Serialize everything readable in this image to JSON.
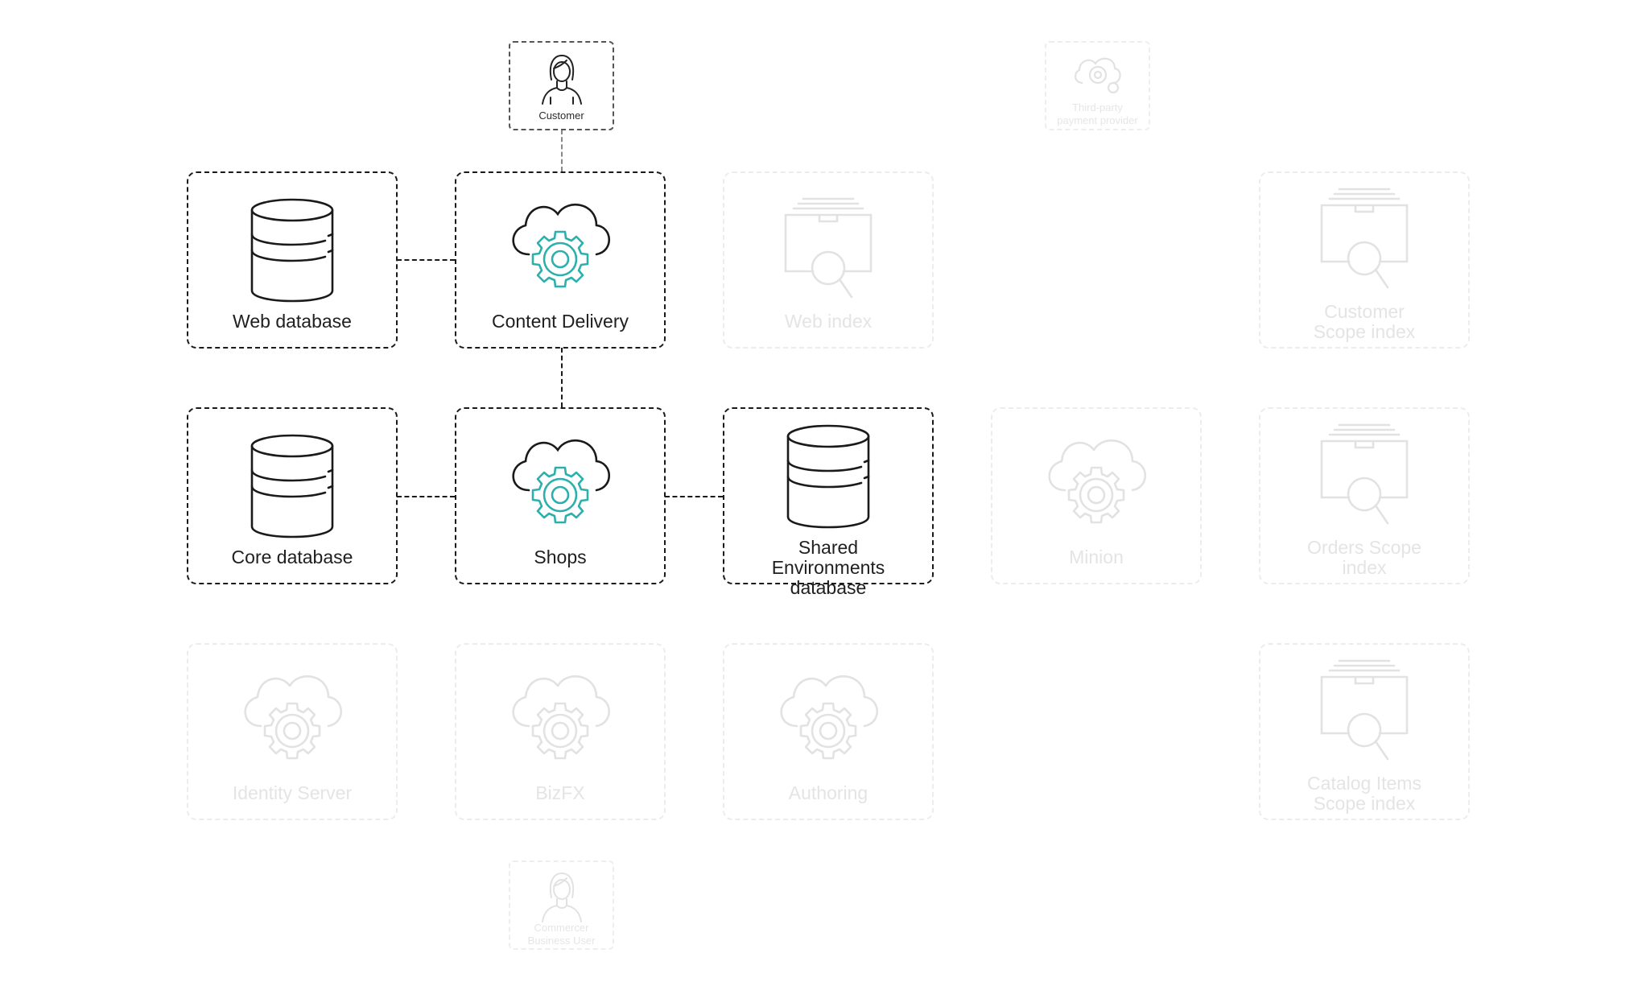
{
  "nodes": {
    "customer": {
      "label": "Customer",
      "icon": "person-icon",
      "state": "active"
    },
    "third_party": {
      "label": "Third-party payment provider",
      "icon": "cloud-gear-icon",
      "state": "dim"
    },
    "web_database": {
      "label": "Web database",
      "icon": "database-icon",
      "state": "active"
    },
    "content_delivery": {
      "label": "Content Delivery",
      "icon": "cloud-gear-icon",
      "state": "active"
    },
    "web_index": {
      "label": "Web index",
      "icon": "search-index-icon",
      "state": "dim"
    },
    "customer_scope_index": {
      "label": "Customer Scope index",
      "icon": "search-index-icon",
      "state": "dim"
    },
    "core_database": {
      "label": "Core database",
      "icon": "database-icon",
      "state": "active"
    },
    "shops": {
      "label": "Shops",
      "icon": "cloud-gear-icon",
      "state": "active"
    },
    "shared_env_database": {
      "label": "Shared Environments database",
      "icon": "database-icon",
      "state": "active"
    },
    "minion": {
      "label": "Minion",
      "icon": "cloud-gear-icon",
      "state": "dim"
    },
    "orders_scope_index": {
      "label": "Orders Scope index",
      "icon": "search-index-icon",
      "state": "dim"
    },
    "identity_server": {
      "label": "Identity Server",
      "icon": "cloud-gear-icon",
      "state": "dim"
    },
    "bizfx": {
      "label": "BizFX",
      "icon": "cloud-gear-icon",
      "state": "dim"
    },
    "authoring": {
      "label": "Authoring",
      "icon": "cloud-gear-icon",
      "state": "dim"
    },
    "catalog_items_scope_index": {
      "label": "Catalog Items Scope index",
      "icon": "search-index-icon",
      "state": "dim"
    },
    "commercer_business_user": {
      "label": "Commercer Business User",
      "icon": "person-icon",
      "state": "dim"
    }
  },
  "connections": [
    {
      "from": "Customer",
      "to": "Content Delivery"
    },
    {
      "from": "Web database",
      "to": "Content Delivery"
    },
    {
      "from": "Content Delivery",
      "to": "Shops"
    },
    {
      "from": "Core database",
      "to": "Shops"
    },
    {
      "from": "Shops",
      "to": "Shared Environments database"
    }
  ],
  "colors": {
    "active_stroke": "#1a1a1a",
    "accent_teal": "#2bb0ad",
    "dim_stroke": "#e2e2e2",
    "background": "#ffffff"
  }
}
